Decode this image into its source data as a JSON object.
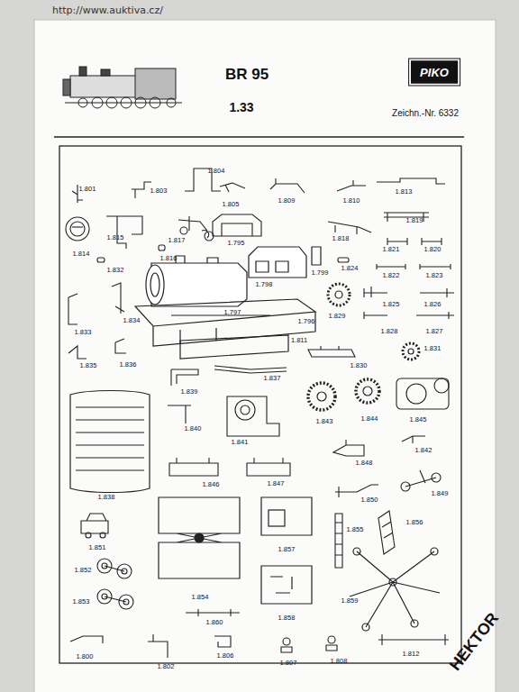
{
  "diagram": {
    "title": "BR 95",
    "labels": [
      "http://www.auktiva.cz/",
      "1.33",
      "PIKO",
      "Zeichn.-Nr. 6332",
      "1.801",
      "1.803",
      "1.804",
      "1.805",
      "1.809",
      "1.810",
      "1.813",
      "1.814",
      "1.815",
      "1.817",
      "1.795",
      "1.816",
      "1.818",
      "1.819",
      "1.821",
      "1.820",
      "1.832",
      "1.824",
      "1.822",
      "1.823",
      "1.797",
      "1.798",
      "1.799",
      "1.833",
      "1.834",
      "1.825",
      "1.826",
      "1.796",
      "1.829",
      "1.828",
      "1.827",
      "1.811",
      "1.831",
      "1.835",
      "1.836",
      "1.830",
      "1.837",
      "1.839",
      "1.840",
      "1.841",
      "1.843",
      "1.844",
      "1.845",
      "1.842",
      "1.838",
      "1.848",
      "1.846",
      "1.847",
      "1.849",
      "1.850",
      "1.851",
      "1.857",
      "1.855",
      "1.856",
      "1.852",
      "1.854",
      "1.853",
      "1.858",
      "1.859",
      "1.860",
      "1.800",
      "1.802",
      "1.806",
      "1.807",
      "1.808",
      "1.812",
      "HEKTOR"
    ]
  }
}
